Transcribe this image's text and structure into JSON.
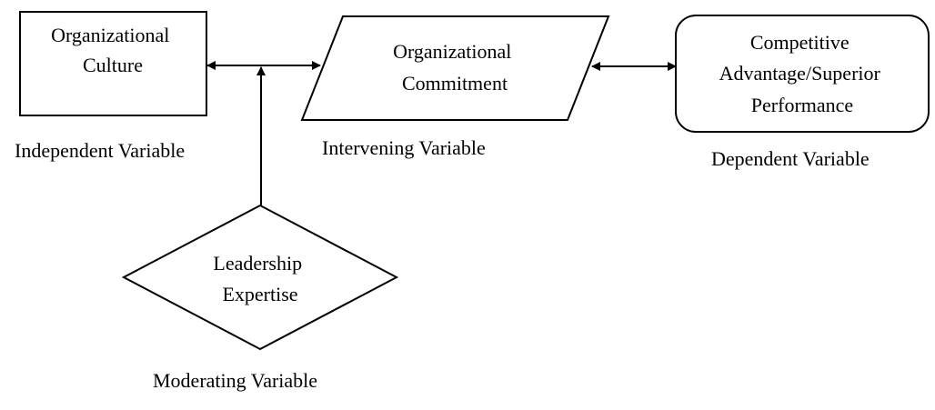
{
  "nodes": {
    "independent": {
      "lines": [
        "Organizational",
        "Culture"
      ],
      "caption": "Independent Variable"
    },
    "intervening": {
      "lines": [
        "Organizational",
        "Commitment"
      ],
      "caption": "Intervening Variable"
    },
    "dependent": {
      "lines": [
        "Competitive",
        "Advantage/Superior",
        "Performance"
      ],
      "caption": "Dependent Variable"
    },
    "moderating": {
      "lines": [
        "Leadership",
        "Expertise"
      ],
      "caption": "Moderating Variable"
    }
  },
  "edges": [
    {
      "from": "independent",
      "to": "intervening",
      "direction": "both"
    },
    {
      "from": "intervening",
      "to": "dependent",
      "direction": "both"
    },
    {
      "from": "moderating",
      "to": "independent-intervening link",
      "direction": "forward"
    }
  ]
}
